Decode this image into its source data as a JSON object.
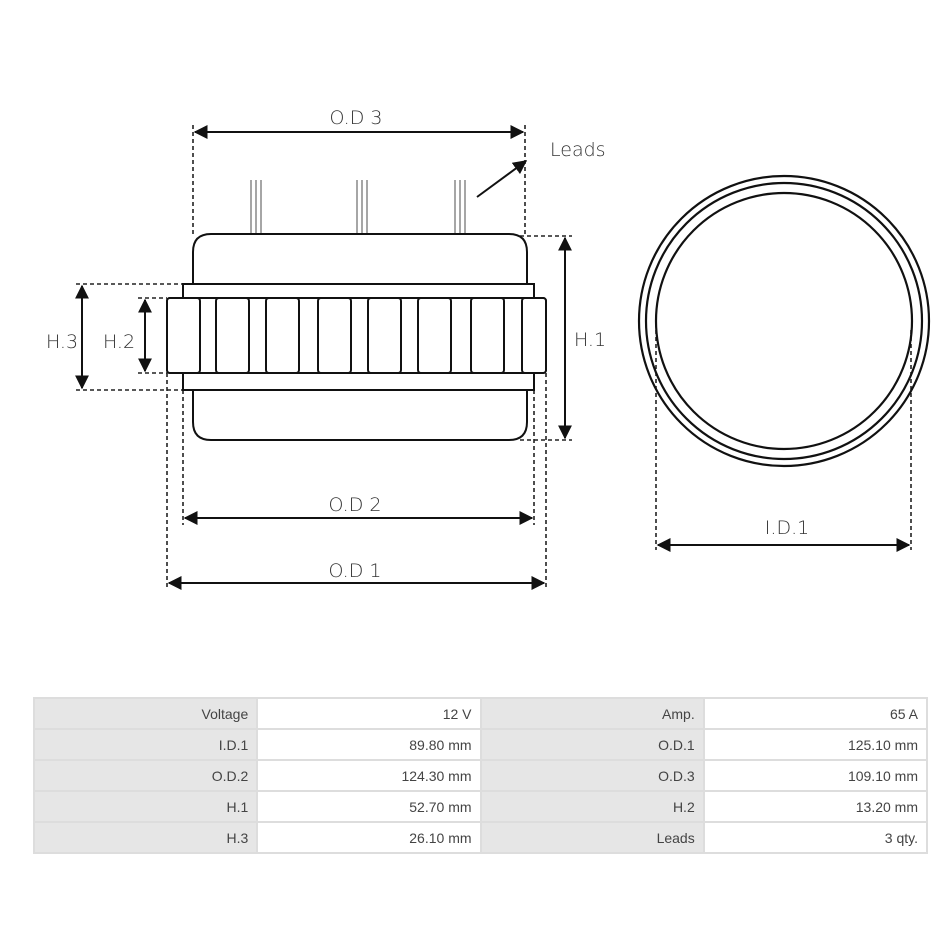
{
  "diagram": {
    "labels": {
      "od3": "O.D 3",
      "od2": "O.D 2",
      "od1": "O.D 1",
      "leads": "Leads",
      "h1": "H.1",
      "h2": "H.2",
      "h3": "H.3",
      "id1": "I.D.1"
    },
    "lead_groups": 3
  },
  "specs": {
    "rows": [
      [
        {
          "label": "Voltage",
          "value": "12 V"
        },
        {
          "label": "Amp.",
          "value": "65 A"
        }
      ],
      [
        {
          "label": "I.D.1",
          "value": "89.80 mm"
        },
        {
          "label": "O.D.1",
          "value": "125.10 mm"
        }
      ],
      [
        {
          "label": "O.D.2",
          "value": "124.30 mm"
        },
        {
          "label": "O.D.3",
          "value": "109.10 mm"
        }
      ],
      [
        {
          "label": "H.1",
          "value": "52.70 mm"
        },
        {
          "label": "H.2",
          "value": "13.20 mm"
        }
      ],
      [
        {
          "label": "H.3",
          "value": "26.10 mm"
        },
        {
          "label": "Leads",
          "value": "3 qty."
        }
      ]
    ]
  }
}
